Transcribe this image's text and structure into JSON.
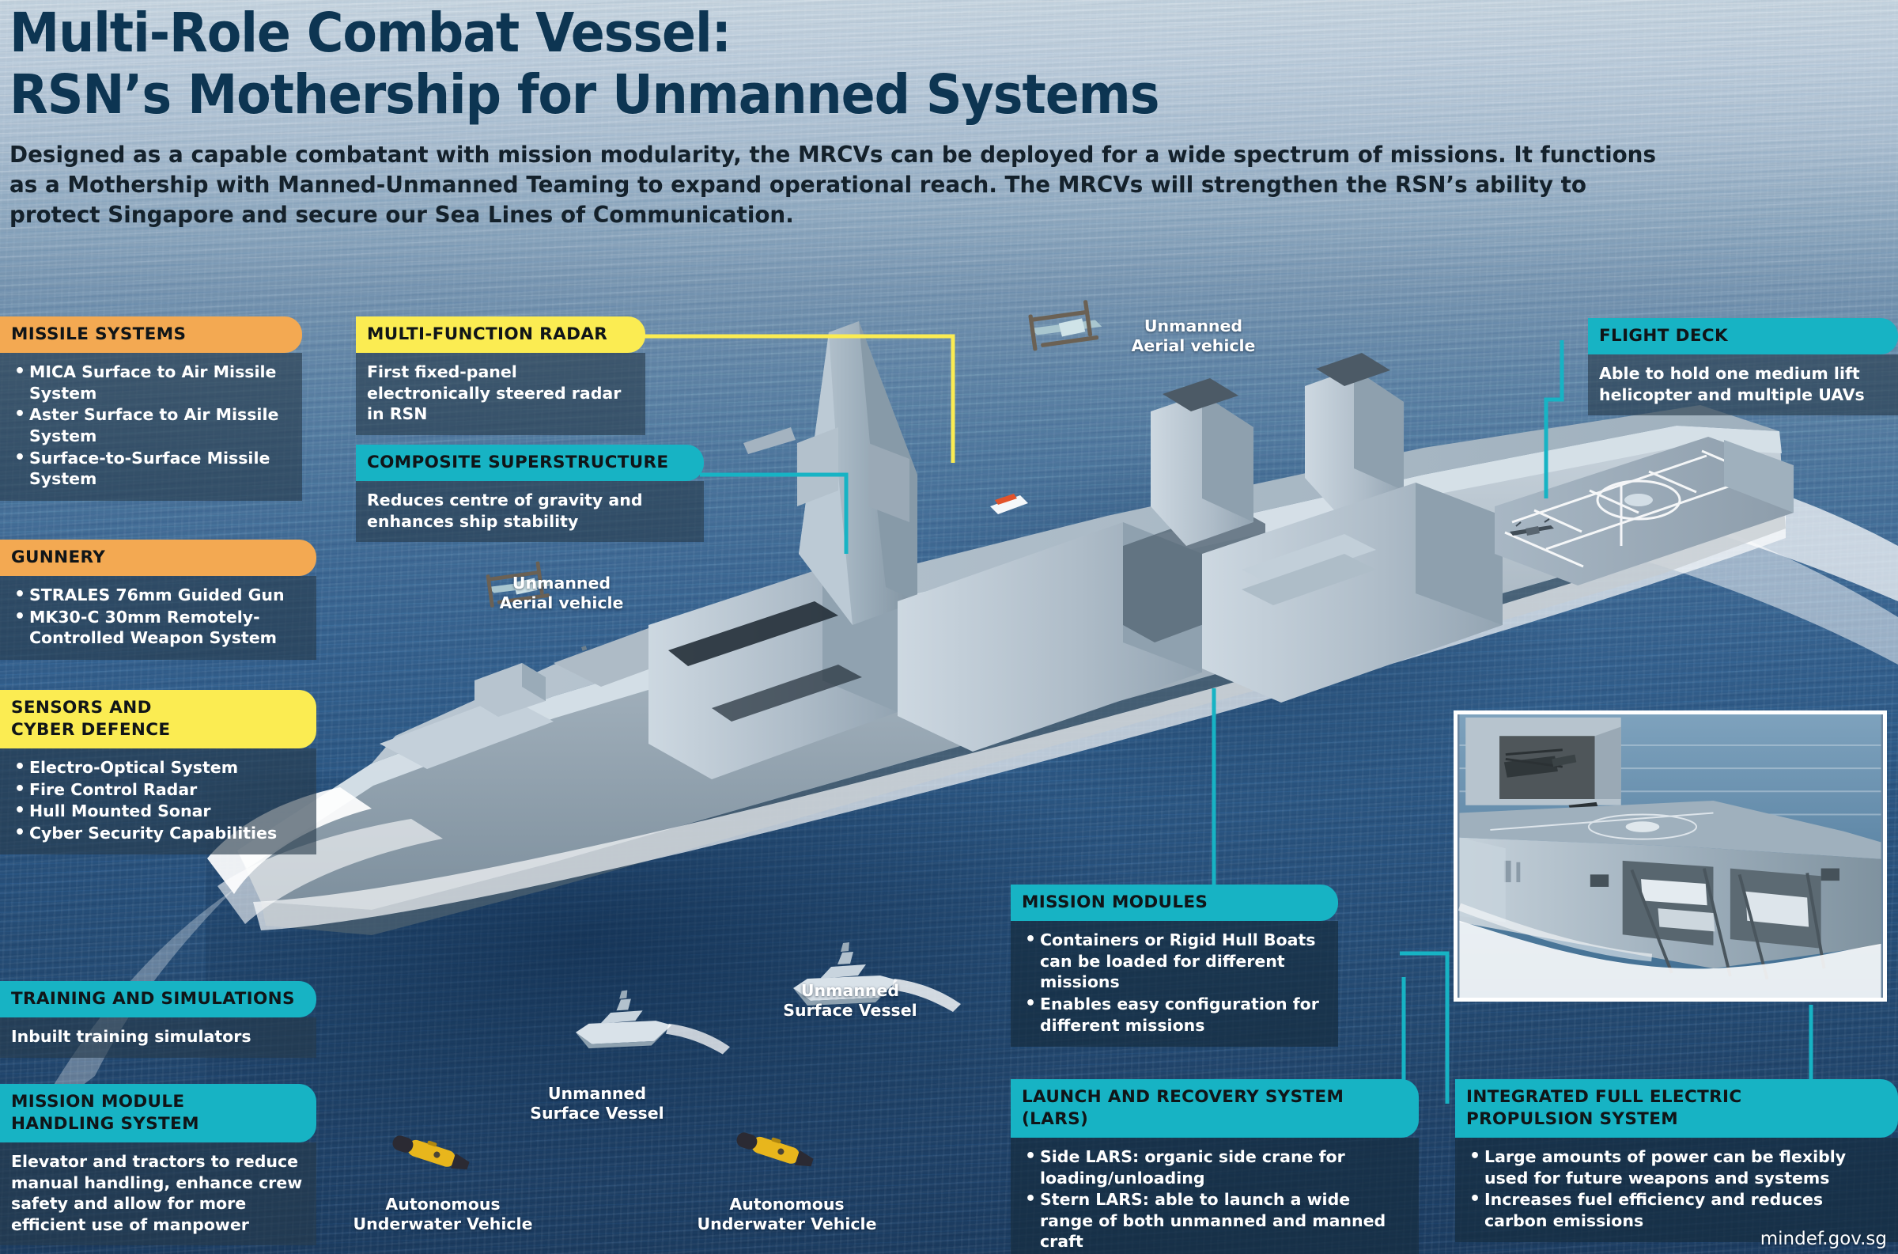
{
  "header": {
    "title_line1": "Multi-Role Combat Vessel:",
    "title_line2": "RSN’s Mothership for Unmanned Systems",
    "subtitle": "Designed as a capable combatant with mission modularity, the MRCVs can be deployed for a wide spectrum of missions. It functions as a Mothership with Manned-Unmanned Teaming to expand operational reach. The MRCVs will strengthen the RSN’s ability to protect Singapore and secure our Sea Lines of Communication."
  },
  "colors": {
    "orange": "#f3a952",
    "yellow": "#fbec52",
    "teal": "#17b3c4",
    "panel_body": "rgba(38,58,74,0.62)",
    "title_navy": "#0d3552"
  },
  "panels": {
    "missile_systems": {
      "title": "MISSILE SYSTEMS",
      "accent": "orange",
      "items": [
        "MICA Surface to Air Missile System",
        "Aster Surface to Air Missile System",
        "Surface-to-Surface Missile System"
      ]
    },
    "gunnery": {
      "title": "GUNNERY",
      "accent": "orange",
      "items": [
        "STRALES 76mm Guided Gun",
        "MK30-C 30mm Remotely-Controlled Weapon System"
      ]
    },
    "sensors_cyber": {
      "title": "SENSORS AND\nCYBER DEFENCE",
      "accent": "yellow",
      "items": [
        "Electro-Optical System",
        "Fire Control Radar",
        "Hull Mounted Sonar",
        "Cyber Security Capabilities"
      ]
    },
    "training": {
      "title": "TRAINING AND SIMULATIONS",
      "accent": "teal",
      "text": "Inbuilt training simulators"
    },
    "mission_module_handling": {
      "title": "MISSION MODULE\nHANDLING SYSTEM",
      "accent": "teal",
      "text": "Elevator and tractors to reduce manual handling, enhance crew safety and allow for more efficient use of manpower"
    },
    "multi_function_radar": {
      "title": "MULTI-FUNCTION RADAR",
      "accent": "yellow",
      "text": "First fixed-panel electronically steered radar in RSN"
    },
    "composite_superstructure": {
      "title": "COMPOSITE SUPERSTRUCTURE",
      "accent": "teal",
      "text": "Reduces centre of gravity and enhances ship stability"
    },
    "flight_deck": {
      "title": "FLIGHT DECK",
      "accent": "teal",
      "text": "Able to hold one medium lift helicopter and multiple UAVs"
    },
    "mission_modules": {
      "title": "MISSION MODULES",
      "accent": "teal",
      "items": [
        "Containers or Rigid Hull Boats can be loaded for different missions",
        "Enables easy configuration for different missions"
      ]
    },
    "lars": {
      "title": "LAUNCH AND RECOVERY SYSTEM\n(LARS)",
      "accent": "teal",
      "items": [
        "Side LARS: organic side crane for loading/unloading",
        "Stern LARS: able to launch a wide range of both unmanned and manned craft"
      ]
    },
    "propulsion": {
      "title": "INTEGRATED FULL ELECTRIC\nPROPULSION SYSTEM",
      "accent": "teal",
      "items": [
        "Large amounts of power can be flexibly used for future weapons and systems",
        "Increases fuel efficiency and reduces carbon emissions"
      ]
    }
  },
  "vehicle_labels": {
    "uav_top": "Unmanned\nAerial vehicle",
    "uav_left": "Unmanned\nAerial vehicle",
    "usv_right": "Unmanned\nSurface Vessel",
    "usv_left": "Unmanned\nSurface Vessel",
    "auv_left": "Autonomous\nUnderwater Vehicle",
    "auv_right": "Autonomous\nUnderwater Vehicle"
  },
  "watermark": "mindef.gov.sg"
}
